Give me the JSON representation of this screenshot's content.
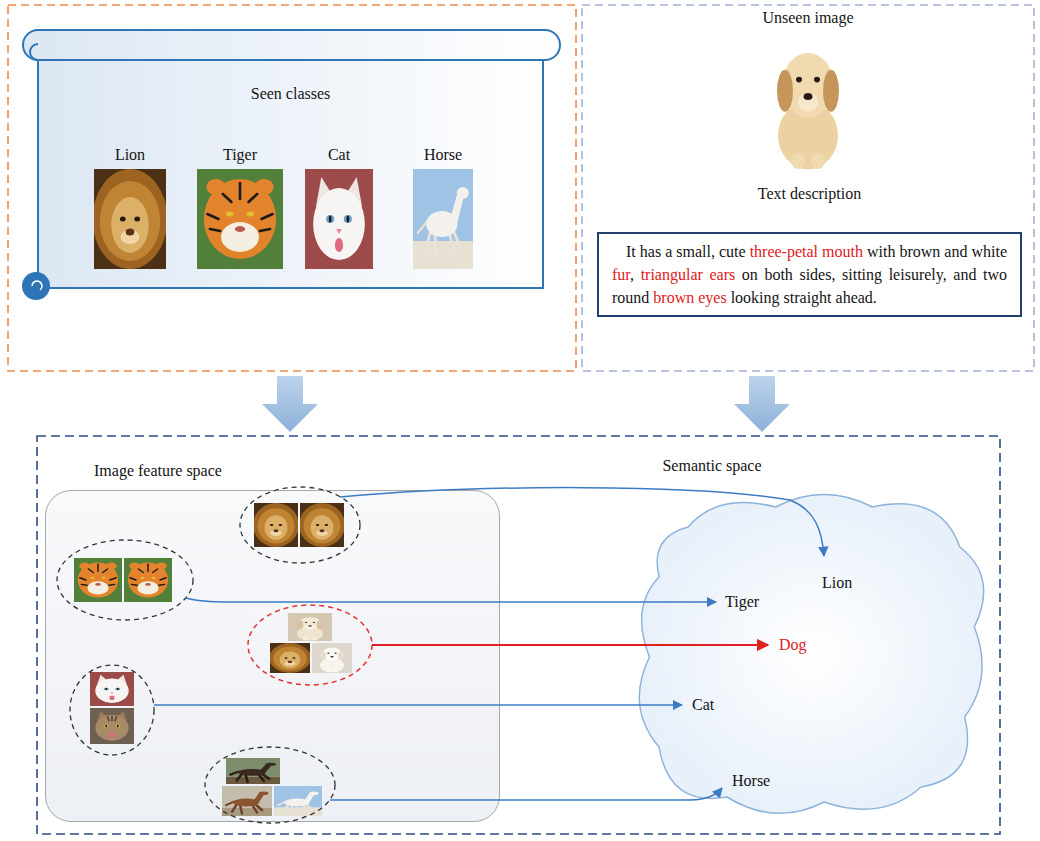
{
  "diagram": {
    "nodes": [
      {
        "text": [
          "Seen classes"
        ]
      },
      {
        "text": [
          "Lion"
        ],
        "in": 0
      },
      {
        "text": [
          "Tiger"
        ],
        "in": 0
      },
      {
        "text": [
          "Cat"
        ],
        "in": 0
      },
      {
        "text": [
          "Horse"
        ],
        "in": 0
      },
      {
        "text": [
          "Unseen image"
        ]
      },
      {
        "text": [
          "Text description",
          "It has a small, cute",
          "three-petal mouth",
          "with brown and white",
          "fur",
          ",",
          "triangular ears",
          "on both sides, sitting leisurely, and two round",
          "brown eyes",
          "looking straight ahead."
        ]
      },
      {
        "text": [
          "Image feature space"
        ]
      },
      {
        "text": [
          "Semantic space"
        ]
      }
    ],
    "labels": [
      "Lion",
      "Tiger",
      "Dog",
      "Cat",
      "Horse"
    ]
  }
}
